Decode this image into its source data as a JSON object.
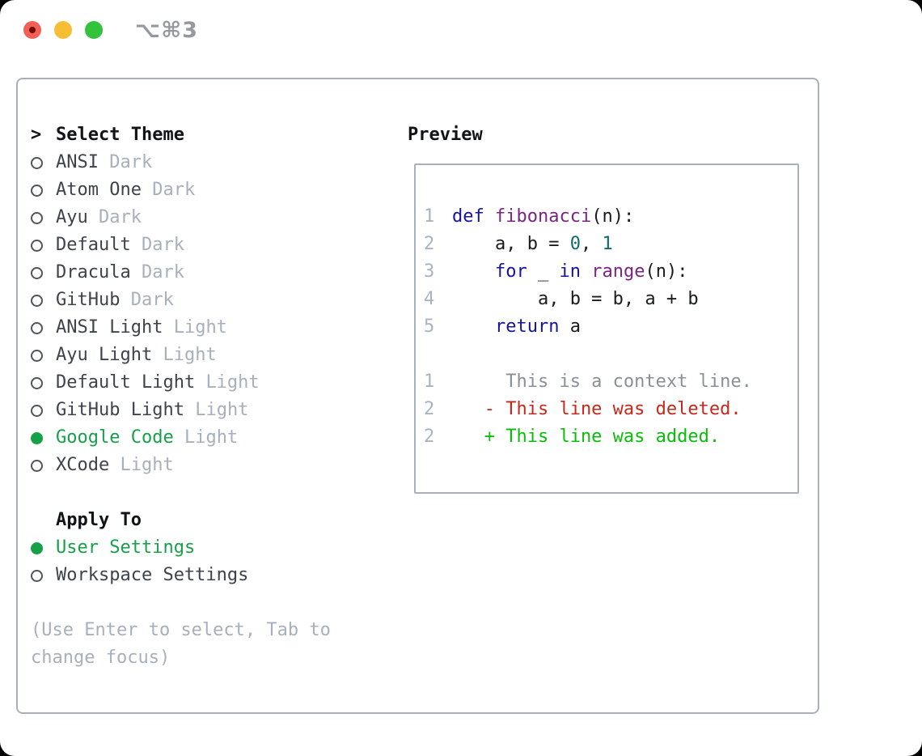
{
  "titlebar": {
    "title": "⌥⌘3"
  },
  "colors": {
    "window_bg": "#ffffff",
    "outer_bg": "#000000",
    "panel_border": "#a9b0ba",
    "titlebar_title": "#95989d",
    "traffic_red": "#f35f54",
    "traffic_red_dot": "#6e0e05",
    "traffic_yellow": "#f6bd35",
    "traffic_green": "#32c23c",
    "header_text": "#111318",
    "item_text": "#3e434b",
    "variant_text": "#a7b0bc",
    "selected_green": "#16a149",
    "bullet_outline": "#51565e",
    "hint_text": "#a7b0bc",
    "code_keyword": "#15159b",
    "code_function": "#7c2482",
    "code_literal": "#0e6b6b",
    "code_plain": "#1a1b1e",
    "code_lineno": "#a9b3c0",
    "diff_context": "#8b9097",
    "diff_deleted": "#c6281b",
    "diff_added": "#0abd0a"
  },
  "theme_panel": {
    "header_prefix": ">",
    "header": "Select Theme",
    "themes": [
      {
        "name": "ANSI",
        "variant": "Dark",
        "selected": false
      },
      {
        "name": "Atom One",
        "variant": "Dark",
        "selected": false
      },
      {
        "name": "Ayu",
        "variant": "Dark",
        "selected": false
      },
      {
        "name": "Default",
        "variant": "Dark",
        "selected": false
      },
      {
        "name": "Dracula",
        "variant": "Dark",
        "selected": false
      },
      {
        "name": "GitHub",
        "variant": "Dark",
        "selected": false
      },
      {
        "name": "ANSI Light",
        "variant": "Light",
        "selected": false
      },
      {
        "name": "Ayu Light",
        "variant": "Light",
        "selected": false
      },
      {
        "name": "Default Light",
        "variant": "Light",
        "selected": false
      },
      {
        "name": "GitHub Light",
        "variant": "Light",
        "selected": false
      },
      {
        "name": "Google Code",
        "variant": "Light",
        "selected": true
      },
      {
        "name": "XCode",
        "variant": "Light",
        "selected": false
      }
    ],
    "apply_to": {
      "header": "Apply To",
      "options": [
        {
          "label": "User Settings",
          "selected": true
        },
        {
          "label": "Workspace Settings",
          "selected": false
        }
      ]
    },
    "hint": "(Use Enter to select, Tab to change focus)"
  },
  "preview": {
    "header": "Preview",
    "python_lines": [
      {
        "num": "1",
        "tokens": [
          [
            "def ",
            "kw"
          ],
          [
            "fibonacci",
            "fn"
          ],
          [
            "(n):",
            "pl"
          ]
        ]
      },
      {
        "num": "2",
        "tokens": [
          [
            "    a, b = ",
            "pl"
          ],
          [
            "0",
            "lit"
          ],
          [
            ", ",
            "pl"
          ],
          [
            "1",
            "lit"
          ]
        ]
      },
      {
        "num": "3",
        "tokens": [
          [
            "    ",
            "pl"
          ],
          [
            "for",
            "kw"
          ],
          [
            " _ ",
            "pl"
          ],
          [
            "in",
            "kw"
          ],
          [
            " ",
            "pl"
          ],
          [
            "range",
            "fn"
          ],
          [
            "(n):",
            "pl"
          ]
        ]
      },
      {
        "num": "4",
        "tokens": [
          [
            "        a, b = b, a + b",
            "pl"
          ]
        ]
      },
      {
        "num": "5",
        "tokens": [
          [
            "    ",
            "pl"
          ],
          [
            "return",
            "kw"
          ],
          [
            " a",
            "pl"
          ]
        ]
      }
    ],
    "diff_lines": [
      {
        "num": "1",
        "tokens": [
          [
            "     This is a context line.",
            "ctx"
          ]
        ]
      },
      {
        "num": "2",
        "tokens": [
          [
            "   - This line was deleted.",
            "del"
          ]
        ]
      },
      {
        "num": "2",
        "tokens": [
          [
            "   + This line was added.",
            "add"
          ]
        ]
      }
    ]
  }
}
